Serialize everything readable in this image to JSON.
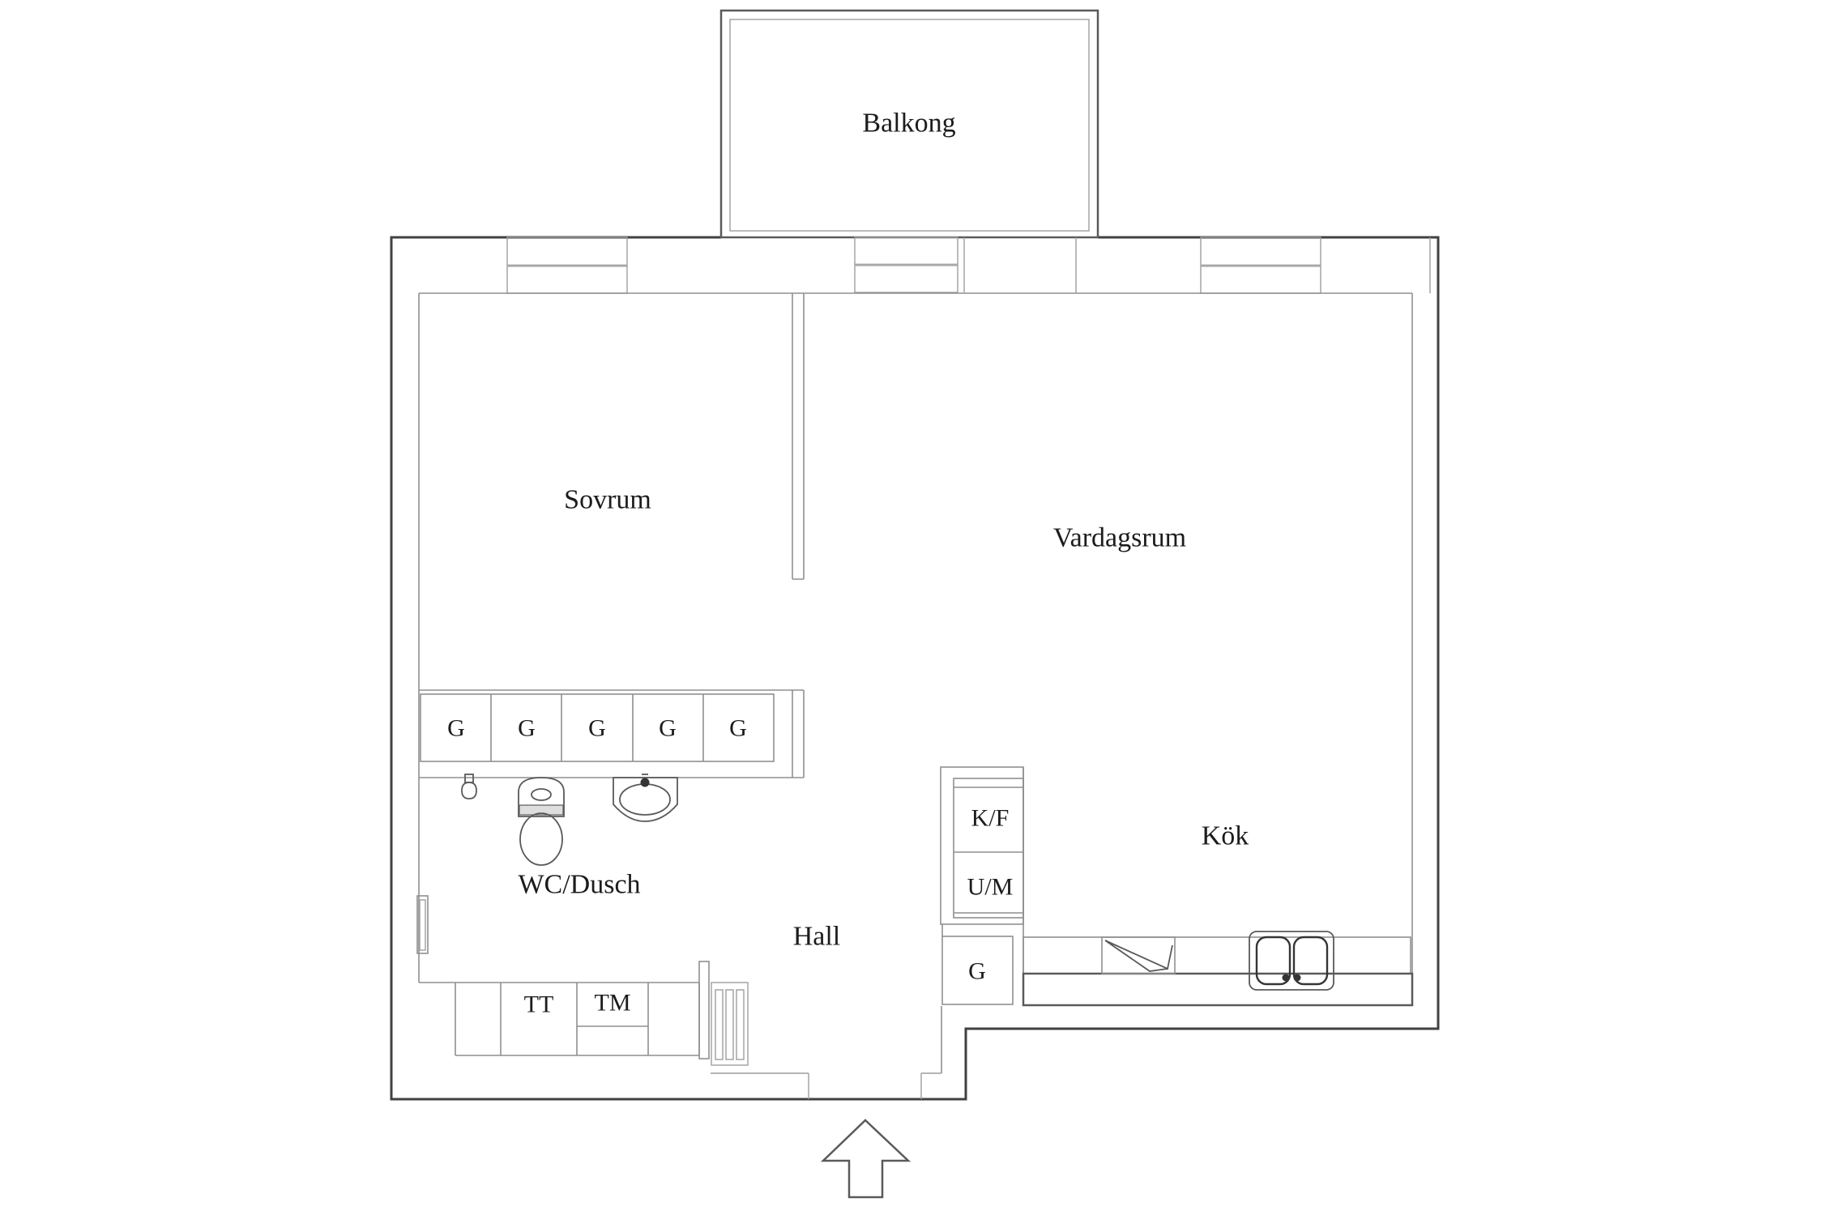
{
  "labels": {
    "balkong": "Balkong",
    "sovrum": "Sovrum",
    "vardagsrum": "Vardagsrum",
    "kok": "Kök",
    "hall": "Hall",
    "wc_dusch": "WC/Dusch"
  },
  "units": {
    "g": "G",
    "tt": "TT",
    "tm": "TM",
    "kf": "K/F",
    "um": "U/M"
  },
  "wardrobe_count": 5,
  "icons": {
    "entrance_arrow": "entrance-arrow-icon",
    "toilet": "toilet-icon",
    "washbasin": "washbasin-icon",
    "shower_mixer": "shower-mixer-icon",
    "kitchen_sink": "kitchen-sink-icon",
    "dishwasher": "dishwasher-icon",
    "floor_grille": "floor-grille-icon",
    "radiator": "radiator-icon"
  },
  "colors": {
    "wall": "#414141",
    "wall2": "#5a5a5a",
    "room": "#8f8f8f",
    "thin": "#9e9e9e",
    "sill": "#a8a8a8",
    "fix": "#5a5a5a",
    "fix2": "#353535",
    "text": "#1c1c1c",
    "bg": "#ffffff"
  }
}
